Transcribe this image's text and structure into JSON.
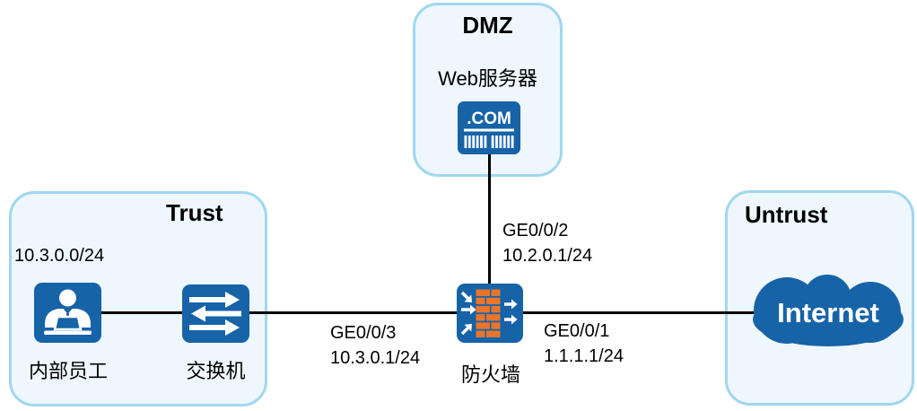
{
  "diagram": {
    "title_hint": "Firewall security-zone topology",
    "zones": {
      "dmz": {
        "label": "DMZ"
      },
      "trust": {
        "label": "Trust"
      },
      "untrust": {
        "label": "Untrust"
      }
    },
    "nodes": {
      "web_server": {
        "label": "Web服务器",
        "icon_text": ".COM"
      },
      "employee": {
        "label": "内部员工"
      },
      "switch": {
        "label": "交换机"
      },
      "firewall": {
        "label": "防火墙"
      },
      "internet": {
        "label": "Internet"
      }
    },
    "subnets": {
      "trust_lan": "10.3.0.0/24"
    },
    "interfaces": {
      "ge0_0_2": {
        "name": "GE0/0/2",
        "ip": "10.2.0.1/24"
      },
      "ge0_0_3": {
        "name": "GE0/0/3",
        "ip": "10.3.0.1/24"
      },
      "ge0_0_1": {
        "name": "GE0/0/1",
        "ip": "1.1.1.1/24"
      }
    },
    "colors": {
      "node_blue": "#1763a8",
      "brick_orange": "#e8752a",
      "zone_fill": "#eef7fd",
      "zone_border": "#a0d7ee",
      "line_black": "#000000",
      "text_black": "#000000"
    }
  }
}
